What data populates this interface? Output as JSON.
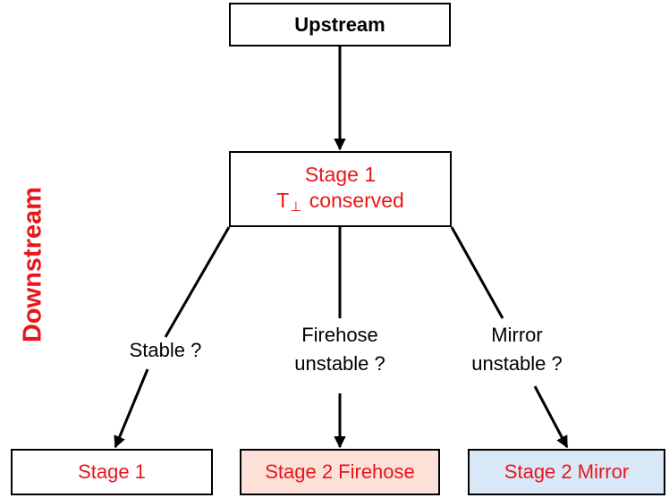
{
  "upstream_label": "Upstream",
  "downstream_label": "Downstream",
  "stage1": {
    "line1": "Stage 1",
    "line2_prefix": "T",
    "line2_symbol": "⊥",
    "line2_suffix": "conserved"
  },
  "branches": {
    "stable": {
      "line1": "Stable ?"
    },
    "firehose": {
      "line1": "Firehose",
      "line2": "unstable ?"
    },
    "mirror": {
      "line1": "Mirror",
      "line2": "unstable ?"
    }
  },
  "outcomes": {
    "stage1": "Stage 1",
    "firehose": "Stage 2 Firehose",
    "mirror": "Stage 2 Mirror"
  },
  "colors": {
    "accent_red": "#e8161b",
    "firehose_fill": "#fde0d8",
    "mirror_fill": "#d9e8f7"
  }
}
